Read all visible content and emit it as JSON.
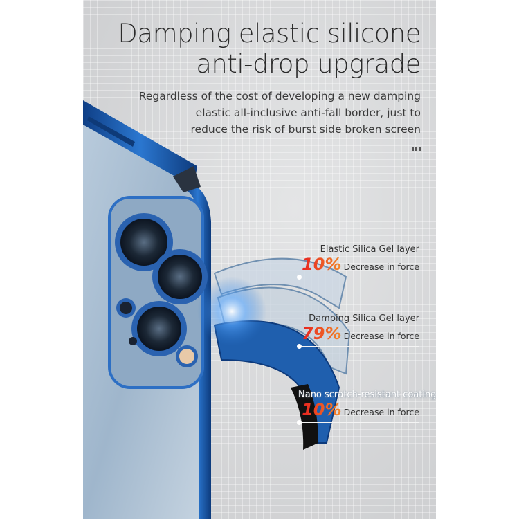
{
  "headline": {
    "line1": "Damping elastic silicone",
    "line2": "anti-drop upgrade"
  },
  "description": {
    "line1": "Regardless of the cost of developing a new damping",
    "line2": "elastic all-inclusive anti-fall border, just to",
    "line3": "reduce the risk of burst side broken screen"
  },
  "layers": [
    {
      "name": "Elastic Silica Gel layer",
      "percent": "10%",
      "caption": "Decrease in force"
    },
    {
      "name": "Damping Silica Gel layer",
      "percent": "79%",
      "caption": "Decrease in force"
    },
    {
      "name": "Nano scratch-resistant coating",
      "percent": "10%",
      "caption": "Decrease in force"
    }
  ],
  "colors": {
    "frame_blue": "#1f5fae",
    "percent_red": "#e8221f",
    "percent_orange": "#f2892a"
  }
}
